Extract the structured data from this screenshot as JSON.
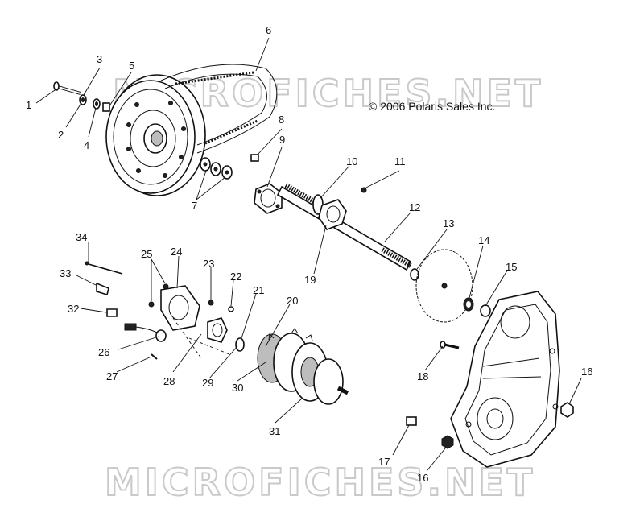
{
  "watermark": "MICROFICHES.NET",
  "copyright": "© 2006 Polaris Sales Inc.",
  "callouts": [
    "1",
    "2",
    "3",
    "4",
    "5",
    "6",
    "7",
    "8",
    "9",
    "10",
    "11",
    "12",
    "13",
    "14",
    "15",
    "16",
    "16",
    "17",
    "18",
    "19",
    "20",
    "21",
    "22",
    "23",
    "24",
    "25",
    "26",
    "27",
    "28",
    "29",
    "30",
    "31",
    "32",
    "33",
    "34"
  ]
}
